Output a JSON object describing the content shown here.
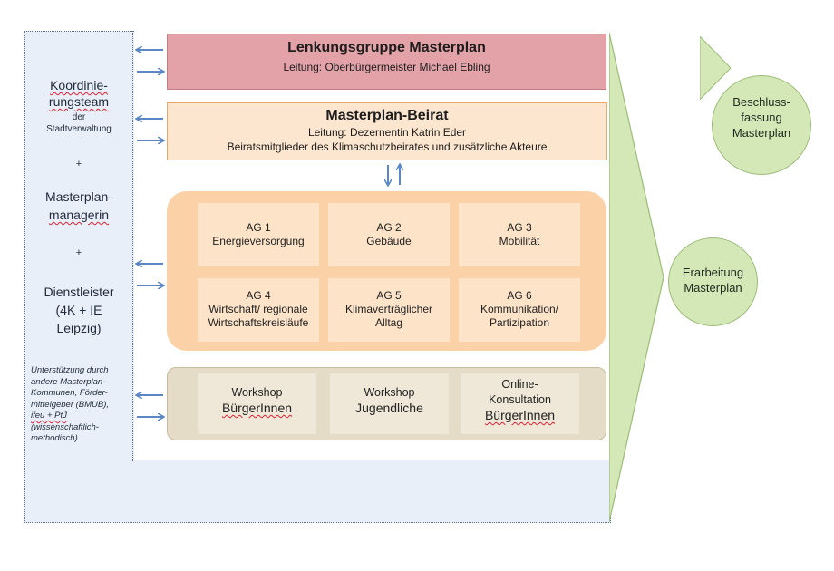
{
  "left_panel": {
    "koord_1": "Koordinie-",
    "koord_2": "rungsteam",
    "der": "der",
    "stadtverwaltung": "Stadtverwaltung",
    "plus_1": "+",
    "manager_1": "Masterplan-",
    "manager_2": "managerin",
    "plus_2": "+",
    "dienst_1": "Dienstleister",
    "dienst_2": "(4K + IE",
    "dienst_3": "Leipzig)",
    "support": [
      "Unterstützung durch",
      "andere Masterplan-",
      "Kommunen, Förder-",
      "mittelgeber (BMUB),",
      "ifeu + PtJ",
      "(wissenschaftlich-",
      "methodisch)"
    ]
  },
  "lenkungsgruppe": {
    "title": "Lenkungsgruppe Masterplan",
    "subtitle": "Leitung: Oberbürgermeister  Michael Ebling"
  },
  "beirat": {
    "title": "Masterplan-Beirat",
    "line1": "Leitung: Dezernentin  Katrin Eder",
    "line2": "Beiratsmitglieder des Klimaschutzbeirates und zusätzliche Akteure"
  },
  "ags": [
    {
      "id": "AG 1",
      "lines": [
        "Energieversorgung"
      ]
    },
    {
      "id": "AG 2",
      "lines": [
        "Gebäude"
      ]
    },
    {
      "id": "AG 3",
      "lines": [
        "Mobilität"
      ]
    },
    {
      "id": "AG 4",
      "lines": [
        "Wirtschaft/ regionale",
        "Wirtschaftskreisläufe"
      ]
    },
    {
      "id": "AG 5",
      "lines": [
        "Klimaverträglicher",
        "Alltag"
      ]
    },
    {
      "id": "AG 6",
      "lines": [
        "Kommunikation/",
        "Partizipation"
      ]
    }
  ],
  "workshops": [
    {
      "line1": "Workshop",
      "line2": "BürgerInnen"
    },
    {
      "line1": "Workshop",
      "line2": "Jugendliche"
    },
    {
      "line0": "Online-",
      "line1": "Konsultation",
      "line2": "BürgerInnen"
    }
  ],
  "beschluss": {
    "line1": "Beschluss-",
    "line2": "fassung",
    "line3": "Masterplan"
  },
  "erarbeitung": {
    "line1": "Erarbeitung",
    "line2": "Masterplan"
  },
  "colors": {
    "lenkung": "#e3a2a8",
    "beirat": "#fde6cf",
    "ag_panel": "#fbd2a7",
    "workshop_panel": "#e5dcc8",
    "chevron": "#d3e8b6",
    "arrow": "#5b87c5"
  }
}
